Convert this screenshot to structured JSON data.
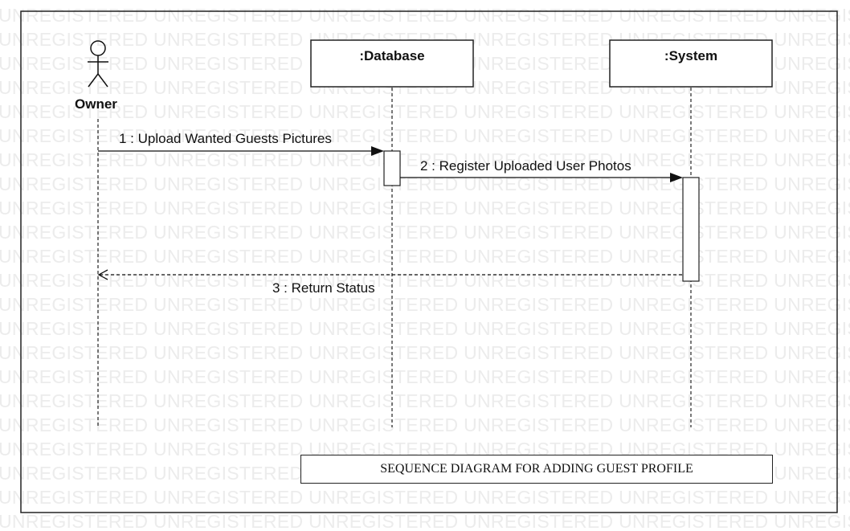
{
  "watermark": {
    "text": "UNREGISTERED"
  },
  "actor": {
    "name": "Owner"
  },
  "lifelines": [
    {
      "name": ":Database"
    },
    {
      "name": ":System"
    }
  ],
  "messages": [
    {
      "label": "1 : Upload Wanted Guests Pictures",
      "type": "synchronous"
    },
    {
      "label": "2 : Register Uploaded User Photos",
      "type": "synchronous"
    },
    {
      "label": "3 : Return Status",
      "type": "return"
    }
  ],
  "caption": "SEQUENCE DIAGRAM FOR ADDING GUEST PROFILE"
}
